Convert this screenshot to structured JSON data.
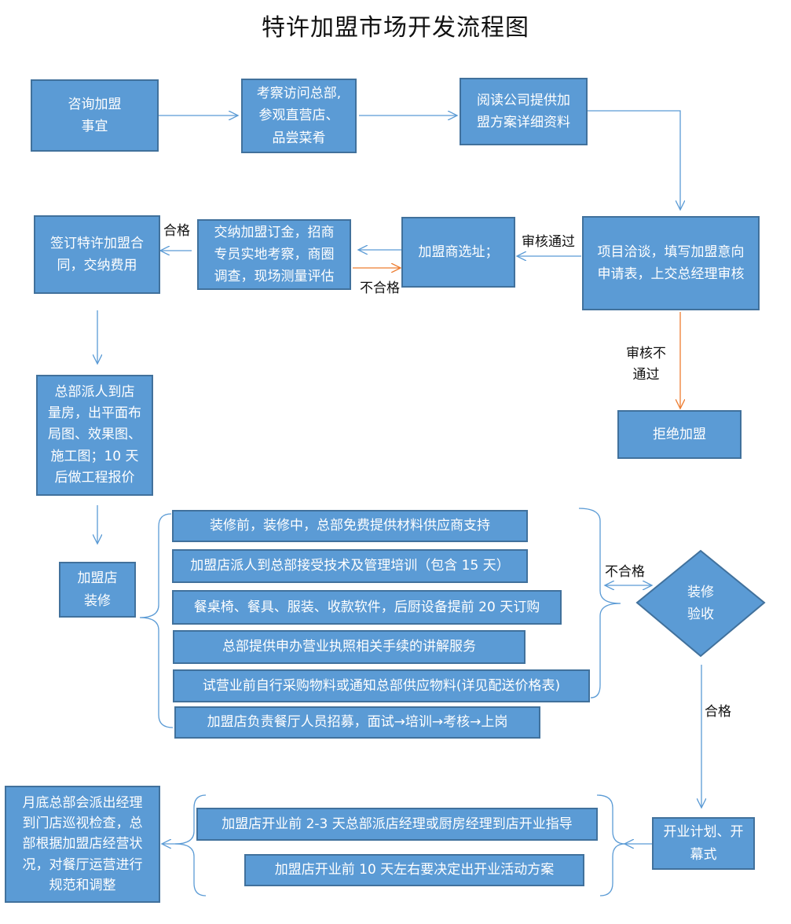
{
  "title": "特许加盟市场开发流程图",
  "nodes": {
    "consult": "咨询加盟\n事宜",
    "visit": "考察访问总部,\n参观直营店、\n品尝菜肴",
    "read": "阅读公司提供加\n盟方案详细资料",
    "negotiate": "项目洽谈，填写加盟意向\n申请表，上交总经理审核",
    "site": "加盟商选址；",
    "deposit": "交纳加盟订金，招商\n专员实地考察，商圈\n调查，现场测量评估",
    "contract": "签订特许加盟合\n同，交纳费用",
    "reject": "拒绝加盟",
    "measure": "总部派人到店\n量房，出平面布\n局图、效果图、\n施工图；10 天\n后做工程报价",
    "renovate": "加盟店\n装修",
    "inspect": "装修\n验收",
    "opening": "开业计划、开\n幕式",
    "monthly": "月底总部会派出经理\n到门店巡视检查，总\n部根据加盟店经营状\n况，对餐厅运营进行\n规范和调整"
  },
  "renovation_tasks": [
    "装修前，装修中，总部免费提供材料供应商支持",
    "加盟店派人到总部接受技术及管理培训（包含 15 天）",
    "餐桌椅、餐具、服装、收款软件，后厨设备提前 20 天订购",
    "总部提供申办营业执照相关手续的讲解服务",
    "试营业前自行采购物料或通知总部供应物料(详见配送价格表)",
    "加盟店负责餐厅人员招募，面试→培训→考核→上岗"
  ],
  "opening_tasks": [
    "加盟店开业前 2-3 天总部派店经理或厨房经理到店开业指导",
    "加盟店开业前 10 天左右要决定出开业活动方案"
  ],
  "edge_labels": {
    "pass": "合格",
    "fail": "不合格",
    "approved": "审核通过",
    "not_approved": "审核不\n通过",
    "inspect_fail": "不合格",
    "inspect_pass": "合格"
  },
  "colors": {
    "box_fill": "#5b9bd5",
    "box_border": "#41719c",
    "arrow_blue": "#5b9bd5",
    "arrow_orange": "#ed7d31"
  }
}
